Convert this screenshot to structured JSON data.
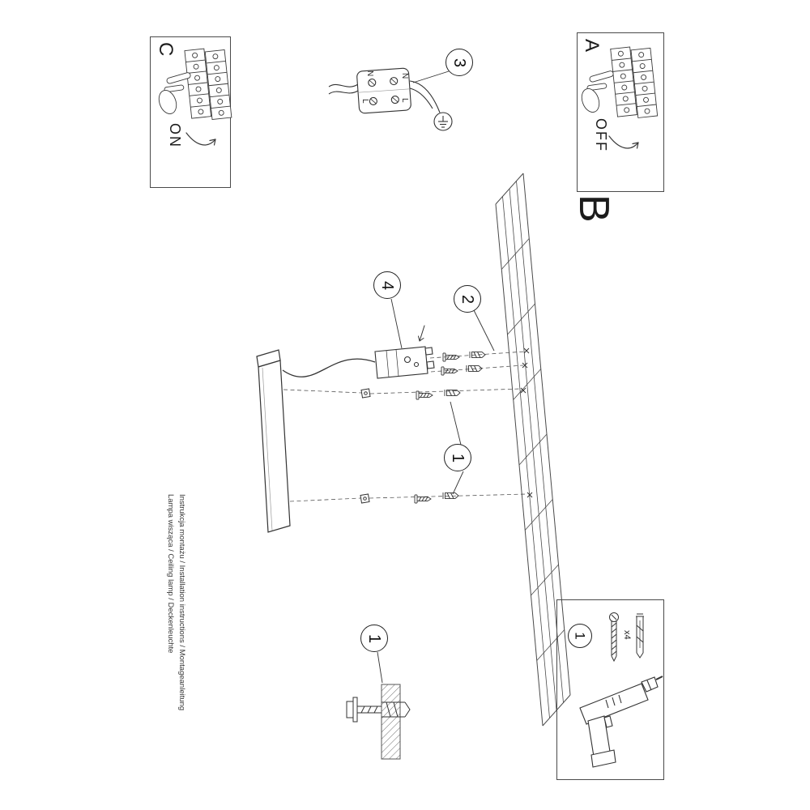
{
  "sheet": {
    "bg": "#ffffff",
    "ink": "#2b2b2b"
  },
  "sections": {
    "a": "A",
    "b": "B",
    "c": "C"
  },
  "switch": {
    "on": "ON",
    "off": "OFF"
  },
  "steps": {
    "s1": "1",
    "s2": "2",
    "s3": "3",
    "s4": "4"
  },
  "wiring": {
    "n": "N",
    "l": "L"
  },
  "tools": {
    "quantity": "x4"
  },
  "footer": {
    "line1": "Instrukcja montażu / Installation instructions / Montageanleitung",
    "line2": "Lampa wisząca / Ceiling lamp / Deckenleuchte"
  }
}
